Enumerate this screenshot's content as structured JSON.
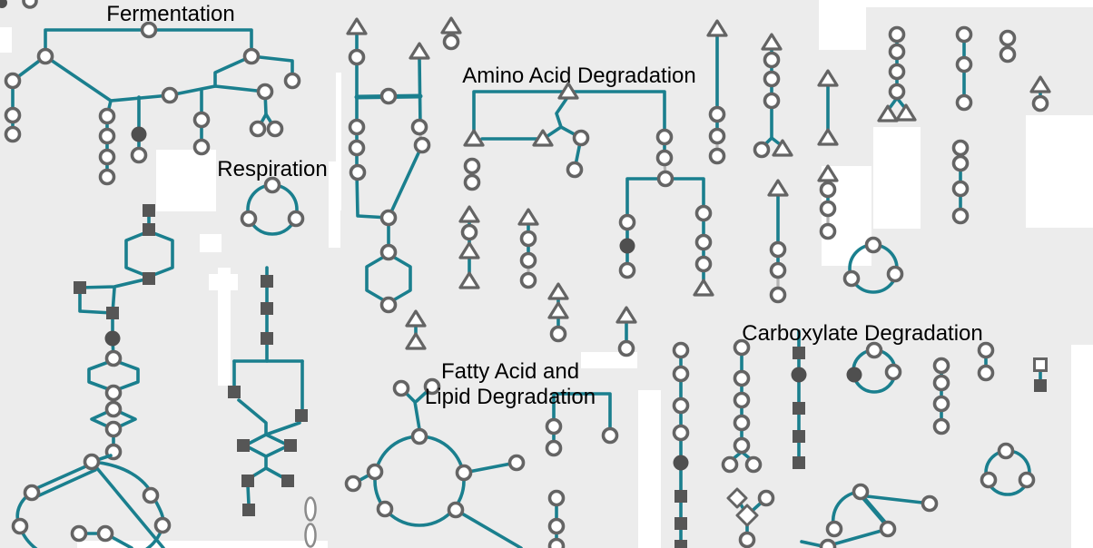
{
  "labels": {
    "fermentation": "Fermentation",
    "respiration": "Respiration",
    "amino_acid_degradation": "Amino Acid Degradation",
    "fatty_acid_lipid_degradation_line1": "Fatty Acid and",
    "fatty_acid_lipid_degradation_line2": "Lipid Degradation",
    "carboxylate_degradation": "Carboxylate Degradation"
  },
  "colors": {
    "canvas_bg": "#ececec",
    "patch_white": "#ffffff",
    "teal_edge": "#1a7f8e",
    "gray_edge": "#b4b4b4",
    "node_stroke": "#646464",
    "node_fill_solid": "#4f4f4f",
    "square_fill": "#565656",
    "label_text": "#000000"
  }
}
